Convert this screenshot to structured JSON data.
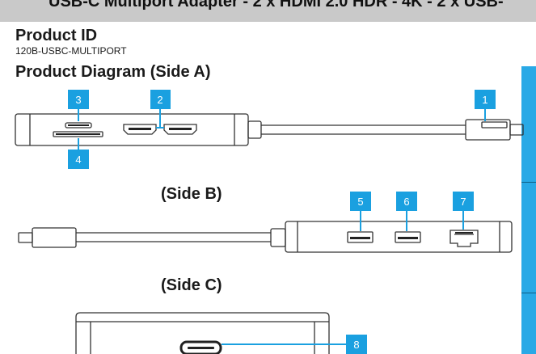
{
  "banner": {
    "title": "USB-C Multiport Adapter - 2 x HDMI 2.0 HDR - 4K - 2 x USB-"
  },
  "product": {
    "id_heading": "Product ID",
    "id_value": "120B-USBC-MULTIPORT",
    "diagram_heading": "Product Diagram (Side A)"
  },
  "sides": {
    "side_b": "(Side B)",
    "side_c": "(Side C)"
  },
  "callouts": [
    "1",
    "2",
    "3",
    "4",
    "5",
    "6",
    "7",
    "8"
  ],
  "colors": {
    "callout_blue": "#1aa0e0",
    "banner_gray": "#c9c9c9",
    "outline": "#333333",
    "right_bar": "#29a9e6"
  }
}
